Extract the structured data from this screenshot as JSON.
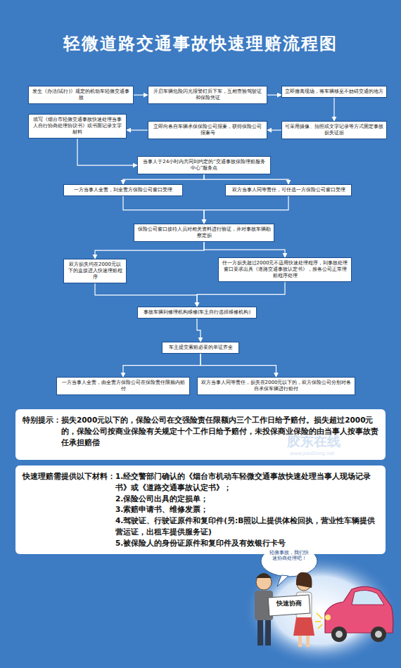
{
  "diagram": {
    "title": "轻微道路交通事故快速理赔流程图",
    "nodes": [
      {
        "text": [
          "发生《办法(试行)》规定的机动车轻微交通事故"
        ]
      },
      {
        "text": [
          "开启车辆危险闪光报警灯后下车，互相查验驾驶证和保险凭证"
        ]
      },
      {
        "text": [
          "立即撤离现场，将车辆移至不妨碍交通的地方"
        ]
      },
      {
        "text": [
          "可采用摄像、拍照或文字记录等方式固定事故损失证据"
        ]
      },
      {
        "text": [
          "立即向各自车辆承保保险公司报案，获得保险公司报案号"
        ]
      },
      {
        "text": [
          "填写《烟台市轻微交通事故快速处理当事人自行协商处理协议书》或书面记录文字材料"
        ]
      },
      {
        "text": [
          "当事人于24小时内共同到约定的“交通事故保险理赔服务中心”服务点"
        ]
      },
      {
        "text": [
          "一方当事人全责，到全责方保险公司窗口受理"
        ]
      },
      {
        "text": [
          "双方当事人同等责任，可任选一方保险公司窗口受理"
        ]
      },
      {
        "text": [
          "保险公司窗口接待人员对相关资料进行验证，并对事故车辆勘察定损"
        ]
      },
      {
        "text": [
          "双方损失均在2000元以下的直接进入快速理赔程序"
        ]
      },
      {
        "text": [
          "任一方损失超过2000元不适用快速处理程序，到事故处理窗口要求出具《道路交通事故认定书》，按各公司正常理赔程序处理"
        ]
      },
      {
        "text": [
          "事故车辆到修理机构维修(车主自行选择维修机构)"
        ]
      },
      {
        "text": [
          "车主提交索赔必要的单证齐全"
        ]
      },
      {
        "text": [
          "一方当事人全责，由全责方保险公司在保险责任限额内赔付"
        ]
      },
      {
        "text": [
          "双方当事人同等责任，损失在2000元以下的，双方保险公司分别对各自承保车辆进行赔付"
        ]
      },
      {
        "text": [
          "特别提示：",
          "损失2000元以下的，保险公司在交强险责任限额内三个工作日给予赔付。损失超过2000元的，保险公司按商业保险有关规定十个工作日给予赔付，未投保商业保险的由当事人按事故责任承担赔偿"
        ]
      },
      {
        "text": [
          "快速理赔需提供以下材料：",
          "1.经交警部门确认的《烟台市机动车轻微交通事故快速处理当事人现场记录书》或《道路交通事故认定书》；",
          "2.保险公司出具的定损单；",
          "3.索赔申请书、维修发票；",
          "4.驾驶证、行驶证原件和复印件(另:B照以上提供体检回执，营业性车辆提供营运证，出租车提供服务证)",
          "5.被保险人的身份证原件和复印件及有效银行卡号"
        ]
      }
    ],
    "edges": [
      {
        "from": 0,
        "to": 1,
        "arrow": "to"
      },
      {
        "from": 1,
        "to": 2,
        "arrow": "to"
      },
      {
        "from": 2,
        "to": 3,
        "arrow": "to"
      },
      {
        "from": 3,
        "to": 4,
        "arrow": "to"
      },
      {
        "from": 4,
        "to": 5,
        "arrow": "to"
      },
      {
        "from": 5,
        "to": 6,
        "arrow": "to"
      },
      {
        "from": 6,
        "to": 7,
        "arrow": "to"
      },
      {
        "from": 6,
        "to": 8,
        "arrow": "to"
      },
      {
        "from": 7,
        "to": 9,
        "arrow": "to"
      },
      {
        "from": 8,
        "to": 9,
        "arrow": "to"
      },
      {
        "from": 9,
        "to": 10,
        "arrow": "to"
      },
      {
        "from": 9,
        "to": 11,
        "arrow": "to"
      },
      {
        "from": 10,
        "to": 12,
        "arrow": "to"
      },
      {
        "from": 11,
        "to": 12,
        "arrow": "to"
      },
      {
        "from": 12,
        "to": 13,
        "arrow": "to"
      },
      {
        "from": 13,
        "to": 14,
        "arrow": "to"
      },
      {
        "from": 13,
        "to": 15,
        "arrow": "to"
      }
    ],
    "labels": [
      "胶东在线",
      "www.JiaoDong.net",
      "轻微事故，我们快速协商处理吧！",
      "快速协商"
    ]
  }
}
